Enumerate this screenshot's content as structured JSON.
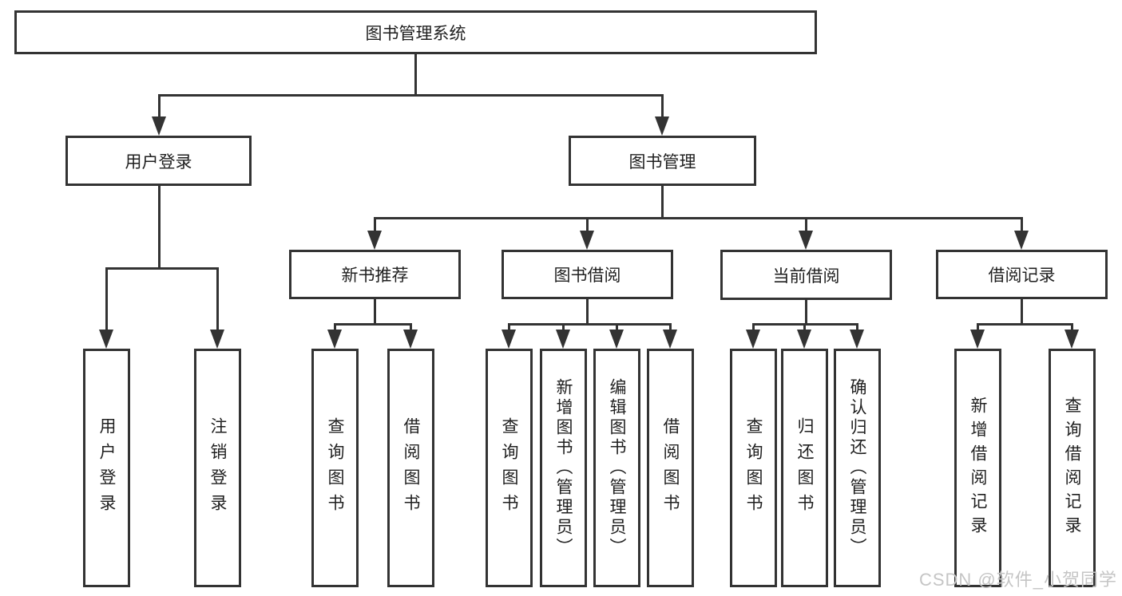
{
  "watermark": "CSDN @软件_小贺同学",
  "colors": {
    "line": "#333333",
    "text": "#1f1f1f",
    "watermark_text": "#c5c5c5",
    "background": "#ffffff"
  },
  "chart_type": "hierarchy-diagram",
  "tree": {
    "label": "图书管理系统",
    "children": [
      {
        "label": "用户登录",
        "children": [
          {
            "label": "用户登录"
          },
          {
            "label": "注销登录"
          }
        ]
      },
      {
        "label": "图书管理",
        "children": [
          {
            "label": "新书推荐",
            "children": [
              {
                "label": "查询图书"
              },
              {
                "label": "借阅图书"
              }
            ]
          },
          {
            "label": "图书借阅",
            "children": [
              {
                "label": "查询图书"
              },
              {
                "label": "新增图书（管理员）"
              },
              {
                "label": "编辑图书（管理员）"
              },
              {
                "label": "借阅图书"
              }
            ]
          },
          {
            "label": "当前借阅",
            "children": [
              {
                "label": "查询图书"
              },
              {
                "label": "归还图书"
              },
              {
                "label": "确认归还（管理员）"
              }
            ]
          },
          {
            "label": "借阅记录",
            "children": [
              {
                "label": "新增借阅记录"
              },
              {
                "label": "查询借阅记录"
              }
            ]
          }
        ]
      }
    ]
  }
}
